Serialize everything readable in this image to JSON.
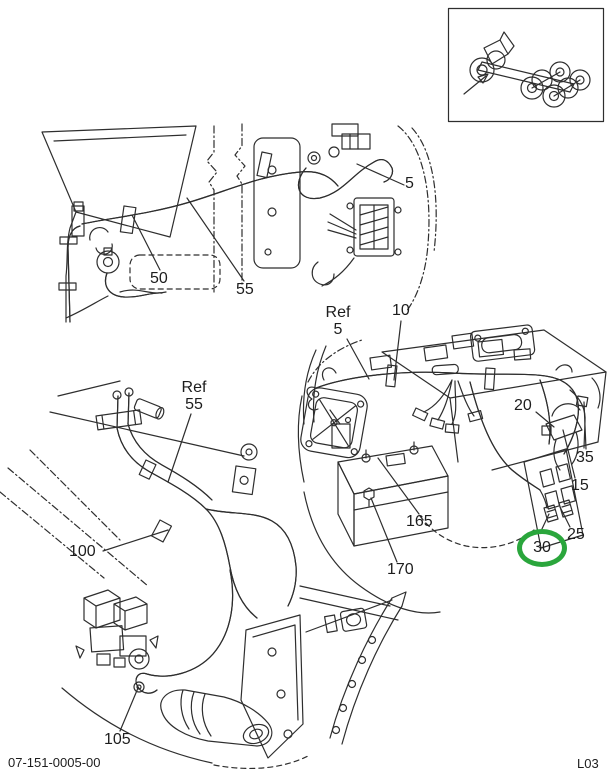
{
  "footer": {
    "left": "07-151-0005-00",
    "right": "L03"
  },
  "colors": {
    "line": "#2e2e2e",
    "highlight_green": "#2aa63c",
    "background": "#ffffff"
  },
  "icons": {
    "inset_locator": "truck-chassis-icon"
  },
  "callouts": {
    "c5": {
      "label": "5"
    },
    "c50": {
      "label": "50"
    },
    "c55": {
      "label": "55"
    },
    "ref5": {
      "prefix": "Ref",
      "label": "5"
    },
    "c10": {
      "label": "10"
    },
    "c20": {
      "label": "20"
    },
    "c35": {
      "label": "35"
    },
    "c15": {
      "label": "15"
    },
    "c25": {
      "label": "25"
    },
    "c30": {
      "label": "30",
      "highlighted": "true"
    },
    "c165": {
      "label": "165"
    },
    "c170": {
      "label": "170"
    },
    "ref55": {
      "prefix": "Ref",
      "label": "55"
    },
    "c100": {
      "label": "100"
    },
    "c105": {
      "label": "105"
    }
  }
}
